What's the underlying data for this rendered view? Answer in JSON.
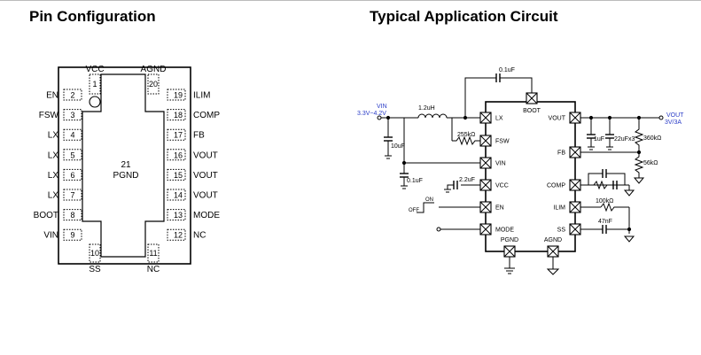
{
  "pin_configuration": {
    "title": "Pin Configuration",
    "left_pins": [
      {
        "num": "2",
        "name": "EN"
      },
      {
        "num": "3",
        "name": "FSW"
      },
      {
        "num": "4",
        "name": "LX"
      },
      {
        "num": "5",
        "name": "LX"
      },
      {
        "num": "6",
        "name": "LX"
      },
      {
        "num": "7",
        "name": "LX"
      },
      {
        "num": "8",
        "name": "BOOT"
      },
      {
        "num": "9",
        "name": "VIN"
      }
    ],
    "right_pins": [
      {
        "num": "19",
        "name": "ILIM"
      },
      {
        "num": "18",
        "name": "COMP"
      },
      {
        "num": "17",
        "name": "FB"
      },
      {
        "num": "16",
        "name": "VOUT"
      },
      {
        "num": "15",
        "name": "VOUT"
      },
      {
        "num": "14",
        "name": "VOUT"
      },
      {
        "num": "13",
        "name": "MODE"
      },
      {
        "num": "12",
        "name": "NC"
      }
    ],
    "top_pins": [
      {
        "num": "1",
        "name": "VCC"
      },
      {
        "num": "20",
        "name": "AGND"
      }
    ],
    "bottom_pins": [
      {
        "num": "10",
        "name": "SS"
      },
      {
        "num": "11",
        "name": "NC"
      }
    ],
    "center_pad": {
      "num": "21",
      "name": "PGND"
    }
  },
  "application_circuit": {
    "title": "Typical Application Circuit",
    "ic_left_pins": [
      "LX",
      "FSW",
      "VIN",
      "VCC",
      "EN",
      "MODE"
    ],
    "ic_right_pins": [
      "VOUT",
      "FB",
      "COMP",
      "ILIM",
      "SS"
    ],
    "ic_top_pin": "BOOT",
    "ic_bottom_pins": [
      "PGND",
      "AGND"
    ],
    "vin_label": "VIN",
    "vin_range": "3.3V~4.2V",
    "vout_label": "VOUT",
    "vout_value": "3V/3A",
    "components": {
      "inductor": "1.2uH",
      "boot_cap": "0.1uF",
      "fsw_res": "255kΩ",
      "cin": "10uF",
      "vin_cap": "0.1uF",
      "vcc_cap": "2.2uF",
      "cout1": "1uF",
      "cout2": "22uFx3",
      "fb_top": "360kΩ",
      "fb_bot": "56kΩ",
      "ilim_res": "100kΩ",
      "ss_cap": "47nF"
    },
    "switch_off": "OFF",
    "switch_on": "ON"
  }
}
